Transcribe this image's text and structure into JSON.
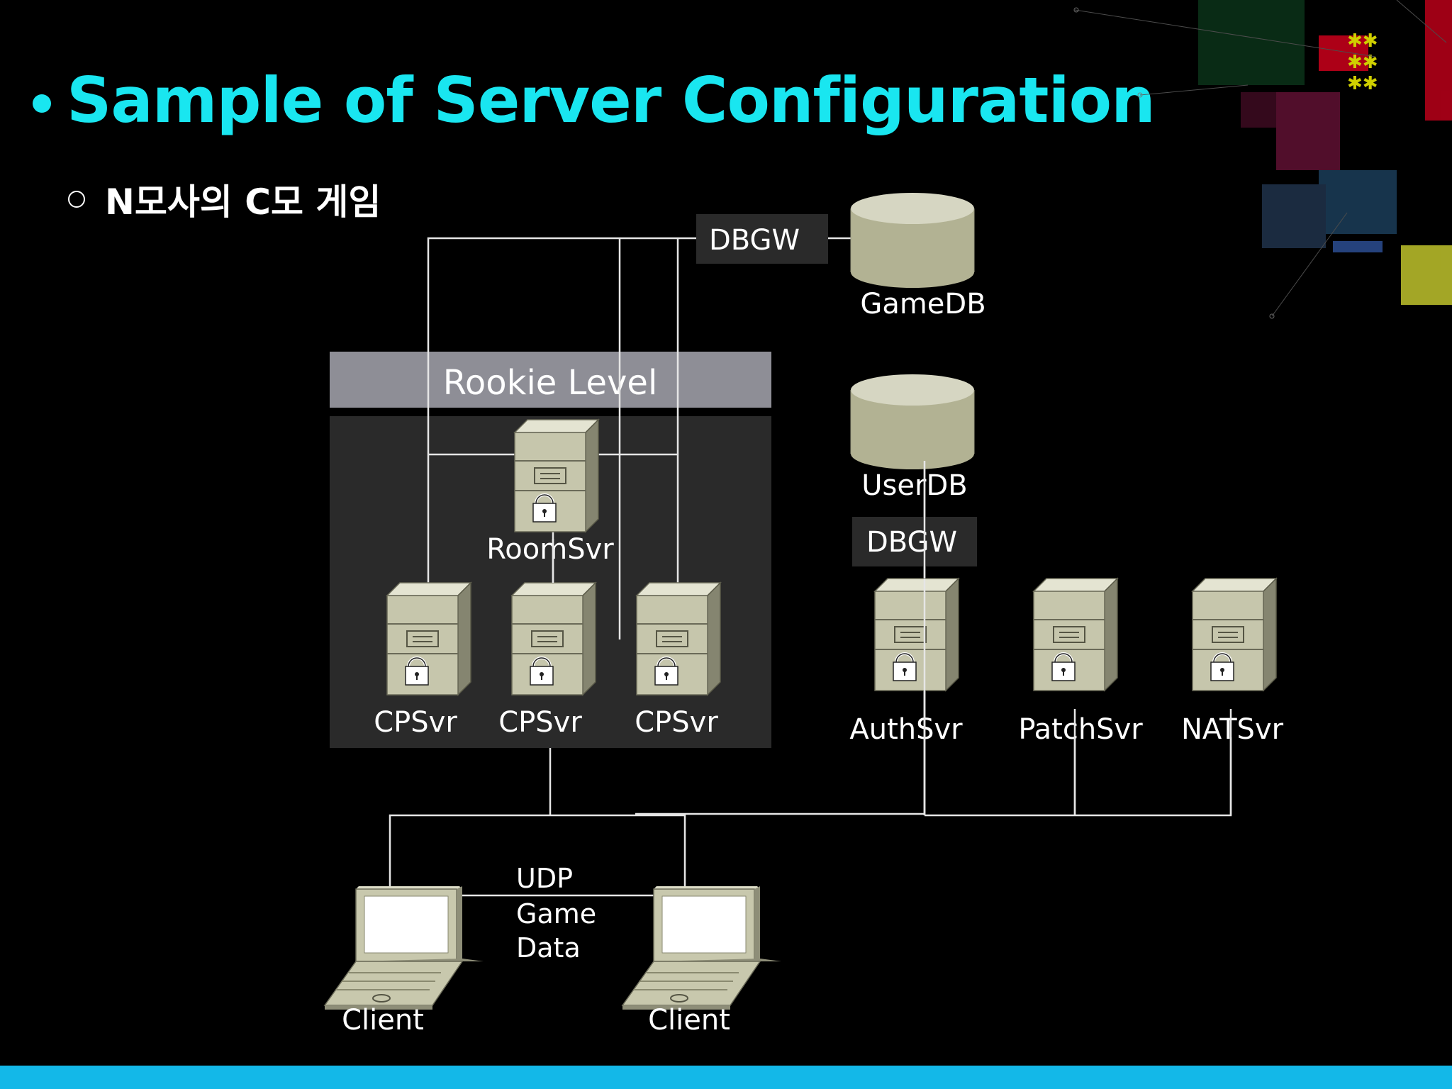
{
  "slide": {
    "title": "Sample of Server Configuration",
    "subtitle": "N모사의 C모 게임",
    "colors": {
      "title": "#19e6f0",
      "bottom_bar": "#13b8e8",
      "box_dark": "#2a2a2a",
      "level_bar": "#8e8e96",
      "server": "#c8c8ad",
      "line": "#e8e8e8"
    }
  },
  "diagram": {
    "dbgw_top": "DBGW",
    "gamedb": "GameDB",
    "level_title": "Rookie Level",
    "roomsvr": "RoomSvr",
    "cpsvr_1": "CPSvr",
    "cpsvr_2": "CPSvr",
    "cpsvr_3": "CPSvr",
    "userdb": "UserDB",
    "dbgw_user": "DBGW",
    "authsvr": "AuthSvr",
    "patchsvr": "PatchSvr",
    "natsvr": "NATSvr",
    "udp_line1": "UDP",
    "udp_line2": "Game",
    "udp_line3": "Data",
    "client_1": "Client",
    "client_2": "Client"
  }
}
